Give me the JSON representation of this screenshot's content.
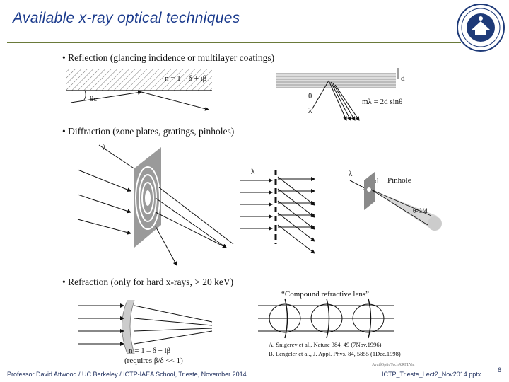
{
  "slide": {
    "title": "Available x-ray optical techniques",
    "page_number": "6",
    "footer_left": "Professor David Attwood / UC Berkeley / ICTP-IAEA School, Trieste, November 2014",
    "footer_right": "ICTP_Trieste_Lect2_Nov2014.pptx",
    "footer_center_small": "AvailOpticTechXRFLVai"
  },
  "bullets": {
    "reflection": "Reflection (glancing incidence or multilayer coatings)",
    "diffraction": "Diffraction (zone plates, gratings, pinholes)",
    "refraction": "Refraction (only for hard x-rays, > 20 keV)"
  },
  "labels": {
    "refractive_index": "n = 1 – δ + iβ",
    "theta_c": "θc",
    "d": "d",
    "theta": "θ",
    "lambda": "λ",
    "bragg": "mλ = 2d sinθ",
    "pinhole": "Pinhole",
    "pinhole_angle": "θ≈λ/d",
    "compound_lens": "“Compound refractive lens”",
    "requires": "(requires β/δ << 1)"
  },
  "references": {
    "line1": "A. Snigerev et al., Nature 384, 49 (7Nov.1996)",
    "line2": "B. Lengeler et al., J. Appl. Phys. 84, 5855 (1Dec.1998)"
  },
  "colors": {
    "title": "#1a3a8c",
    "rule": "#6a7a3a",
    "seal": "#1e3a78"
  }
}
